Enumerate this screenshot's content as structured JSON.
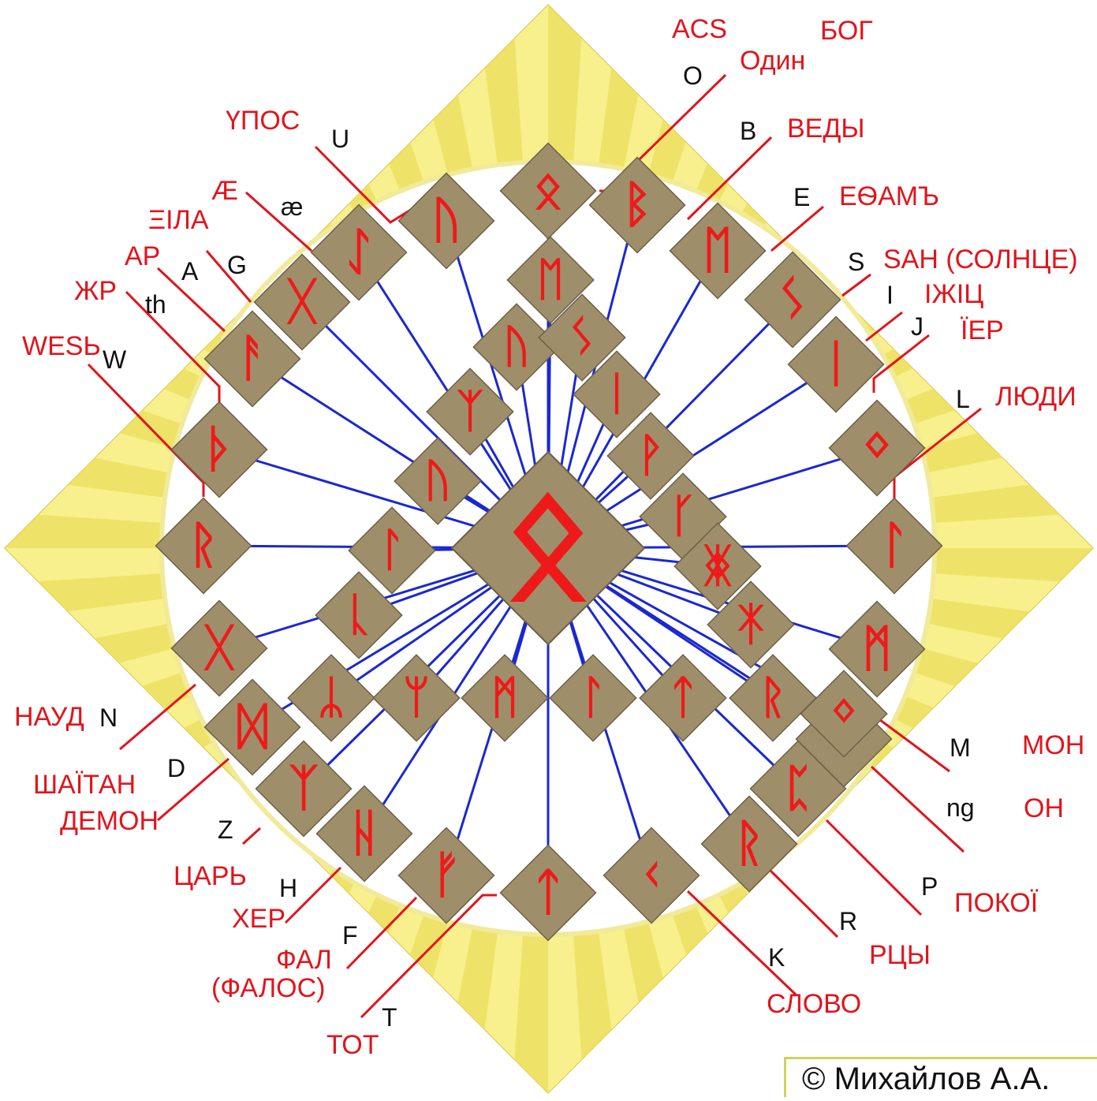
{
  "colors": {
    "gold_light": "#f7f08c",
    "gold_dark": "#e8d84a",
    "gold_edge": "#d8c64a",
    "tile": "#9e8f6a",
    "tile_edge": "#6b6048",
    "rune": "#ee1a1a",
    "spoke": "#1a28d0",
    "leader": "#e1141c",
    "label_red": "#e1141c",
    "label_black": "#111111"
  },
  "runes": [
    {
      "id": "center",
      "symbol": "ᛟ"
    },
    {
      "id": "O",
      "symbol": "ᛟ"
    },
    {
      "id": "U",
      "symbol": "ᚢ"
    },
    {
      "id": "ae",
      "symbol": "ᛇ"
    },
    {
      "id": "AE",
      "symbol": "ᚷ"
    },
    {
      "id": "A",
      "symbol": "ᚨ"
    },
    {
      "id": "th",
      "symbol": "ᚦ"
    },
    {
      "id": "W",
      "symbol": "ᚱ"
    },
    {
      "id": "N",
      "symbol": "ᚷ"
    },
    {
      "id": "D",
      "symbol": "ᛞ"
    },
    {
      "id": "Z",
      "symbol": "ᛉ"
    },
    {
      "id": "H",
      "symbol": "ᚺ"
    },
    {
      "id": "F",
      "symbol": "ᚠ"
    },
    {
      "id": "T",
      "symbol": "ᛏ"
    },
    {
      "id": "K",
      "symbol": "ᚲ"
    },
    {
      "id": "R",
      "symbol": "ᚱ"
    },
    {
      "id": "P",
      "symbol": "ᛈ"
    },
    {
      "id": "ng",
      "symbol": "ᛜ"
    },
    {
      "id": "M",
      "symbol": "ᛗ"
    },
    {
      "id": "L",
      "symbol": "ᛚ"
    },
    {
      "id": "J",
      "symbol": "ᛜ"
    },
    {
      "id": "I",
      "symbol": "ᛁ"
    },
    {
      "id": "S",
      "symbol": "ᛊ"
    },
    {
      "id": "E",
      "symbol": "ᛖ"
    },
    {
      "id": "B",
      "symbol": "ᛒ"
    },
    {
      "id": "inner_top",
      "symbol": "ᛖ"
    },
    {
      "id": "inner_u",
      "symbol": "ᚢ"
    },
    {
      "id": "inner_s",
      "symbol": "ᛊ"
    },
    {
      "id": "inner_y",
      "symbol": "ᛉ"
    },
    {
      "id": "inner_u2",
      "symbol": "ᚢ"
    },
    {
      "id": "inner_i",
      "symbol": "ᛁ"
    },
    {
      "id": "inner_w",
      "symbol": "ᚹ"
    },
    {
      "id": "inner_k",
      "symbol": "ᚴ"
    },
    {
      "id": "inner_zh",
      "symbol": "ᛤ"
    },
    {
      "id": "inner_l",
      "symbol": "ᛚ"
    },
    {
      "id": "inner_l2",
      "symbol": "ᚳ"
    },
    {
      "id": "inner_x",
      "symbol": "ᛡ"
    },
    {
      "id": "inner_y2",
      "symbol": "ᛦ"
    },
    {
      "id": "inner_z",
      "symbol": "ᛘ"
    },
    {
      "id": "inner_m",
      "symbol": "ᛗ"
    },
    {
      "id": "inner_l3",
      "symbol": "ᛚ"
    },
    {
      "id": "inner_t",
      "symbol": "ᛏ"
    },
    {
      "id": "inner_r",
      "symbol": "ᚱ"
    },
    {
      "id": "inner_o",
      "symbol": "ᛜ"
    }
  ],
  "labels_black": [
    "ACS",
    "O",
    "U",
    "æ",
    "B",
    "E",
    "A",
    "G",
    "th",
    "S",
    "I",
    "J",
    "W",
    "L",
    "N",
    "D",
    "Z",
    "H",
    "F",
    "T",
    "K",
    "R",
    "P",
    "M",
    "ng"
  ],
  "labels_red": [
    "Один",
    "БОГ",
    "ҮПОС",
    "ВЕДЫ",
    "Æ",
    "ΞΙЛА",
    "ЕѲАМЪ",
    "АР",
    "SAH  (СОЛНЦЕ)",
    "ЖР",
    "ІЖІЦ",
    "ЇЕР",
    "WESЬ",
    "ЛЮДИ",
    "НАУД",
    "ШАЇТАН",
    "ДЕМОН",
    "ЦАРЬ",
    "ХЕР",
    "ФАЛ",
    "(ФАЛОС)",
    "ТОТ",
    "СЛОВО",
    "РЦЫ",
    "ПОКОЇ",
    "МОН",
    "ОН"
  ],
  "copyright": "© Михайлов А.А."
}
